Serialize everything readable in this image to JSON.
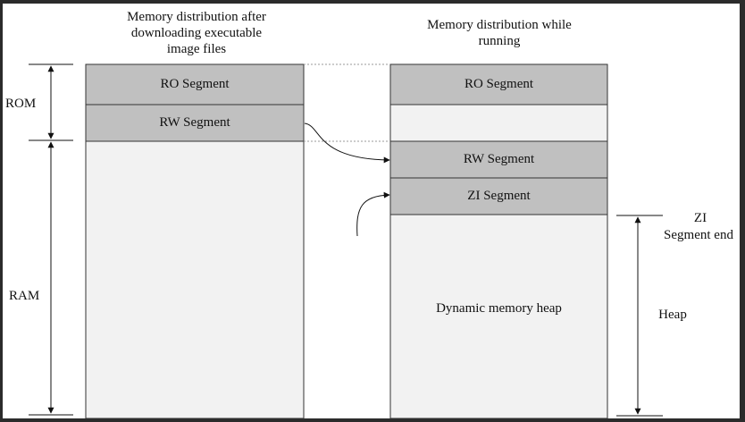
{
  "titles": {
    "left": "Memory distribution after downloading executable image files",
    "right": "Memory distribution while running"
  },
  "left_column": {
    "segments": [
      "RO Segment",
      "RW Segment"
    ]
  },
  "right_column": {
    "segments": [
      "RO Segment",
      "RW Segment",
      "ZI Segment"
    ],
    "heap_label": "Dynamic memory heap"
  },
  "side_labels": {
    "rom": "ROM",
    "ram": "RAM",
    "zi_end_line1": "ZI",
    "zi_end_line2": "Segment end",
    "heap": "Heap"
  },
  "colors": {
    "segment_fill": "#c0c0c0",
    "region_fill": "#f2f2f2",
    "border": "#333333",
    "background": "#ffffff"
  }
}
